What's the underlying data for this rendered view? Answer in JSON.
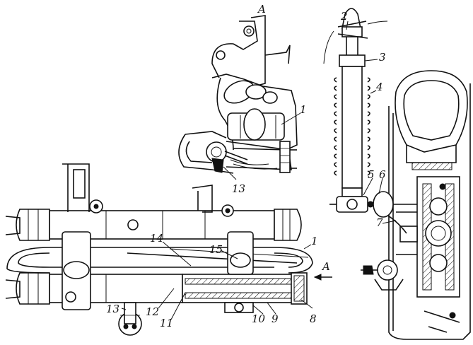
{
  "view_label": "A",
  "callouts": {
    "c1_top": "1",
    "c13_top": "13",
    "c2": "2",
    "c3": "3",
    "c4": "4",
    "c5": "5",
    "c6": "6",
    "c7": "7",
    "c1_bottom": "1",
    "arrow_label": "A",
    "c14": "14",
    "c15": "15",
    "c13_bottom": "13",
    "c12": "12",
    "c11": "11",
    "c10": "10",
    "c9": "9",
    "c8": "8"
  }
}
